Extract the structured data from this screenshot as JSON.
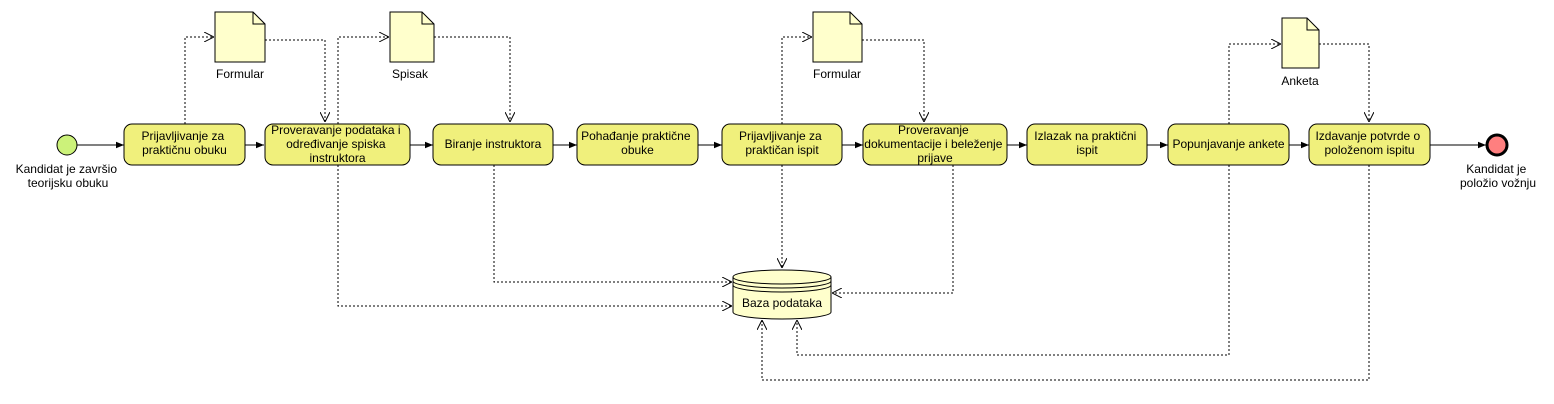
{
  "events": {
    "start": {
      "label": [
        "Kandidat je završio",
        "teorijsku obuku"
      ],
      "color": "#ccf27a"
    },
    "end": {
      "label": [
        "Kandidat je",
        "položio vožnju"
      ],
      "color": "#ff7f7f"
    }
  },
  "tasks": [
    {
      "label": [
        "Prijavljivanje za",
        "praktičnu obuku"
      ]
    },
    {
      "label": [
        "Proveravanje podataka i",
        "određivanje spiska",
        "instruktora"
      ]
    },
    {
      "label": [
        "Biranje instruktora"
      ]
    },
    {
      "label": [
        "Pohađanje praktične",
        "obuke"
      ]
    },
    {
      "label": [
        "Prijavljivanje za",
        "praktičan ispit"
      ]
    },
    {
      "label": [
        "Proveravanje",
        "dokumentacije i beleženje",
        "prijave"
      ]
    },
    {
      "label": [
        "Izlazak na praktični",
        "ispit"
      ]
    },
    {
      "label": [
        "Popunjavanje ankete"
      ]
    },
    {
      "label": [
        "Izdavanje potvrde o",
        "položenom ispitu"
      ]
    }
  ],
  "documents": [
    {
      "label": "Formular"
    },
    {
      "label": "Spisak"
    },
    {
      "label": "Formular"
    },
    {
      "label": "Anketa"
    }
  ],
  "datastore": {
    "label": "Baza podataka"
  },
  "colors": {
    "task_fill": "#f0f07c"
  }
}
